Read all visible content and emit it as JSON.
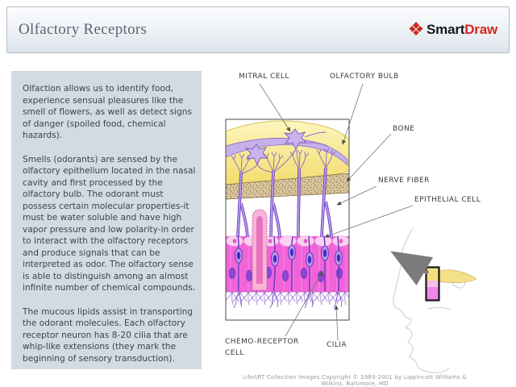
{
  "header": {
    "title": "Olfactory Receptors",
    "logo": {
      "icon": "smartdraw-diamond-icon",
      "smart": "Smart",
      "draw": "Draw",
      "accent": "#d2281e"
    }
  },
  "sidebar": {
    "bg": "#d2dae2",
    "paragraphs": [
      "Olfaction allows us to identify food, experience sensual pleasures like the smell of flowers, as well as detect signs of danger (spoiled food, chemical hazards).",
      "Smells (odorants) are sensed by the olfactory epithelium located in the nasal cavity and first processed by the olfactory bulb. The odorant must possess certain molecular properties-it must be water soluble and have high vapor pressure and low polarity-in order to interact with the olfactory receptors and produce signals that can be interpreted as odor. The olfactory sense is able to distinguish among an almost infinite number of chemical compounds.",
      "The mucous lipids assist in transporting the odorant molecules. Each olfactory receptor neuron has 8-20 cilia that are whip-like extensions (they mark the beginning of sensory transduction)."
    ]
  },
  "diagram": {
    "labels": {
      "mitral_cell": "MITRAL CELL",
      "olfactory_bulb": "OLFACTORY BULB",
      "bone": "BONE",
      "nerve_fiber": "NERVE FIBER",
      "epithelial_cell": "EPITHELIAL CELL",
      "chemo_receptor_line1": "CHEMO-RECEPTOR",
      "chemo_receptor_line2": "CELL",
      "cilia": "CILIA"
    },
    "colors": {
      "bulb_yellow": "#f2da67",
      "nerve_purple": "#7a4fd0",
      "epithelium_pink": "#f163d8",
      "bone_tan": "#dbc69f"
    }
  },
  "footer": {
    "copyright": "LifeART Collection Images Copyright © 1989-2001 by Lippincott Williams & Wilkins, Baltimore, MD"
  }
}
